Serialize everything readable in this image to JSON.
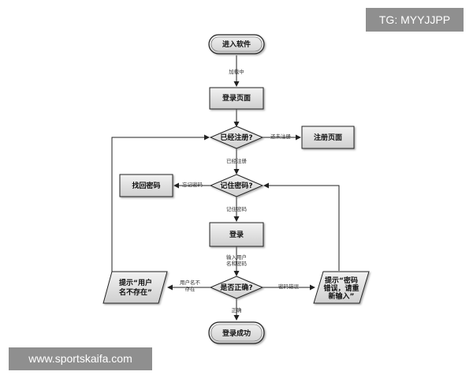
{
  "watermark": {
    "top": "TG: MYYJJPP",
    "bottom": "www.sportskaifa.com"
  },
  "nodes": {
    "start": "进入软件",
    "login_page": "登录页面",
    "registered": "已经注册?",
    "register_page": "注册页面",
    "remember_pwd": "记住密码?",
    "recover_pwd": "找回密码",
    "login": "登录",
    "correct": "是否正确?",
    "user_not_exist_line1": "提示“用户",
    "user_not_exist_line2": "名不存在”",
    "pwd_error_line1": "提示“密码",
    "pwd_error_line2": "错误，请重",
    "pwd_error_line3": "新输入”",
    "success": "登录成功"
  },
  "edges": {
    "loading": "加载中",
    "not_registered": "还未注册",
    "already_registered": "已经注册",
    "forgot_pwd": "忘记密码",
    "remembered_pwd": "记住密码",
    "input_line1": "输入用户",
    "input_line2": "名和密码",
    "user_not_line1": "用户名不",
    "user_not_line2": "存在",
    "pwd_wrong": "密码错误",
    "correct": "正确"
  }
}
